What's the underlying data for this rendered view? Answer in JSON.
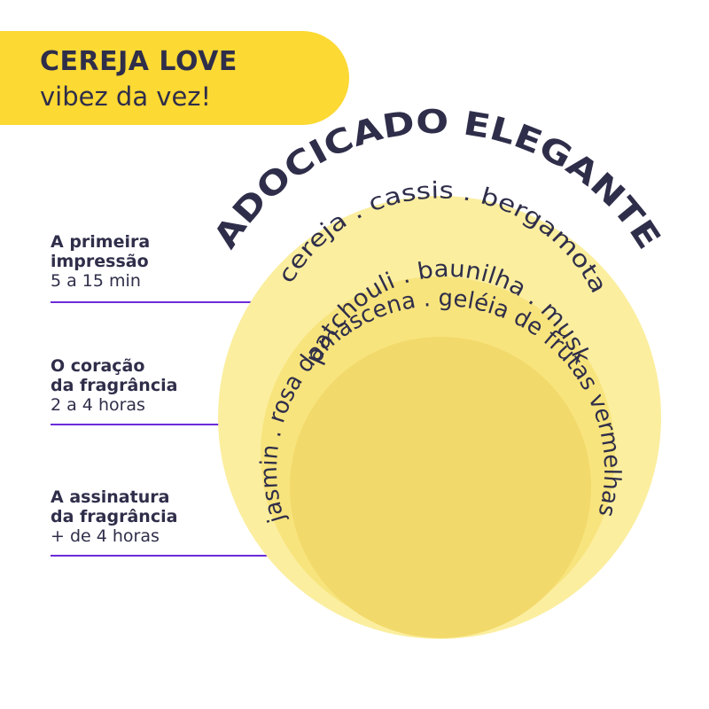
{
  "banner": {
    "title": "CEREJA LOVE",
    "subtitle": "vibez da vez!",
    "color": "#fcd933"
  },
  "stages": [
    {
      "title": "A primeira",
      "title2": "impressão",
      "duration": "5 a 15 min"
    },
    {
      "title": "O coração",
      "title2": "da fragrância",
      "duration": "2 a 4 horas"
    },
    {
      "title": "A assinatura",
      "title2": "da fragrância",
      "duration": "+ de 4 horas"
    }
  ],
  "pyramid": {
    "headline": "ADOCICADO ELEGANTE",
    "top_notes": "cereja . cassis . bergamota",
    "heart_notes": "jasmin . rosa damascena . geléia de frutas vermelhas",
    "base_notes": "patchouli . baunilha . musk"
  },
  "colors": {
    "text": "#2f2e4a",
    "accent_line": "#6c2bd9",
    "circle_outer": "#fbee9f",
    "circle_middle": "#f8e47d",
    "circle_inner": "#f2d96b"
  }
}
